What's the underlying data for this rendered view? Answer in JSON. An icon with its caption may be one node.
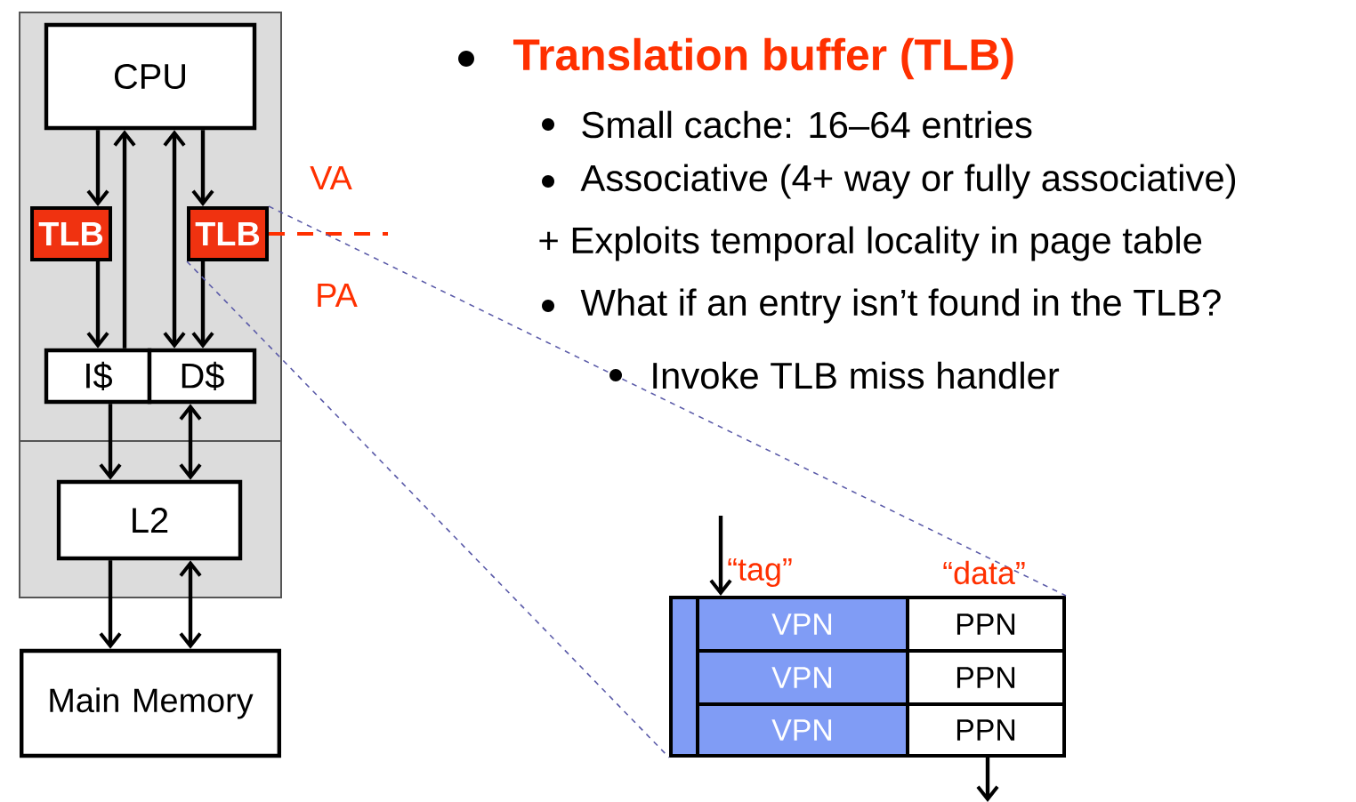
{
  "diagram": {
    "nodes": [
      {
        "text": [],
        "shape": "box"
      },
      {
        "text": [],
        "shape": "box"
      },
      {
        "text": [
          "CPU"
        ],
        "in": 0
      },
      {
        "text": [
          "TLB"
        ],
        "in": 0
      },
      {
        "text": [
          "TLB"
        ],
        "in": 0
      },
      {
        "text": [
          "I$"
        ],
        "in": 0
      },
      {
        "text": [
          "D$"
        ],
        "in": 0
      },
      {
        "text": [
          "L2"
        ],
        "in": 1
      },
      {
        "text": [
          "Main Memory"
        ]
      },
      {
        "text": [],
        "shape": "bar"
      },
      {
        "text": [
          "VPN"
        ]
      },
      {
        "text": [
          "PPN"
        ]
      },
      {
        "text": [
          "VPN"
        ]
      },
      {
        "text": [
          "PPN"
        ]
      },
      {
        "text": [
          "VPN"
        ]
      },
      {
        "text": [
          "PPN"
        ]
      }
    ],
    "edges": [
      {
        "from": 2,
        "to": 3,
        "arrow": "to"
      },
      {
        "from": 3,
        "to": 5,
        "arrow": "to"
      },
      {
        "from": 5,
        "to": 2,
        "arrow": "to"
      },
      {
        "from": 2,
        "to": 6,
        "arrow": "both"
      },
      {
        "from": 2,
        "to": 4,
        "arrow": "to"
      },
      {
        "from": 4,
        "to": 6,
        "arrow": "to"
      },
      {
        "from": 5,
        "to": 7,
        "arrow": "to"
      },
      {
        "from": 6,
        "to": 7,
        "arrow": "both"
      },
      {
        "from": 7,
        "to": 8,
        "arrow": "to"
      },
      {
        "from": 7,
        "to": 8,
        "arrow": "both"
      },
      {
        "from": 4,
        "to": 11,
        "arrow": "none",
        "style": "dashed",
        "color": "#5a5aa8"
      },
      {
        "from": 4,
        "to": 9,
        "arrow": "none",
        "style": "dashed",
        "color": "#5a5aa8"
      },
      {
        "from": null,
        "to": 10,
        "arrow": "to"
      },
      {
        "from": 15,
        "to": null,
        "arrow": "to"
      }
    ],
    "labels": [
      "Translation buffer (TLB)",
      "Small cache: 16–64 entries",
      "VA",
      "Associative (4+ way or fully associative)",
      "+ Exploits temporal locality in page table",
      "PA",
      "What if an entry isn’t found in the TLB?",
      "Invoke TLB miss handler",
      "“tag”",
      "“data”"
    ]
  }
}
